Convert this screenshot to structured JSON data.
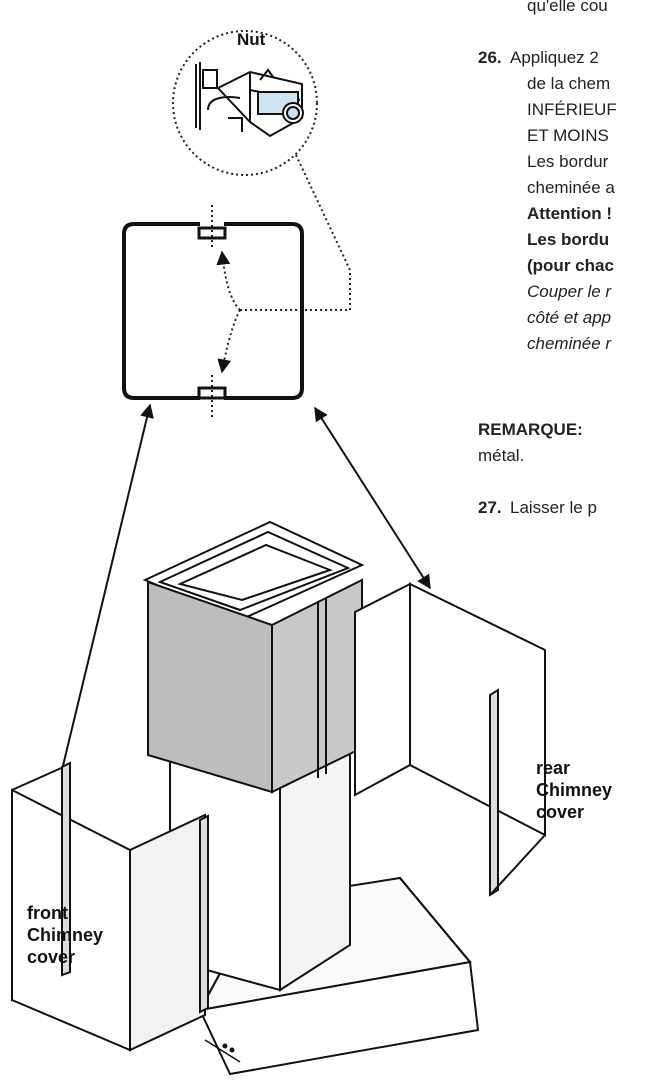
{
  "text": {
    "top_fragment": "qu'elle cou",
    "step26": {
      "number": "26.",
      "lines": [
        "Appliquez 2",
        "de la chem",
        "INFÉRIEUF",
        "ET MOINS",
        "Les bordur",
        "cheminée a",
        "Attention !",
        "Les bordu",
        "(pour chac",
        "Couper le r",
        "côté et app",
        "cheminée r"
      ]
    },
    "remarque": {
      "label": "REMARQUE:",
      "cont": "métal."
    },
    "step27": {
      "number": "27.",
      "text": "Laisser le p"
    }
  },
  "diagram": {
    "nut_label": "Nut",
    "rear_label": [
      "rear",
      "Chimney",
      "cover"
    ],
    "front_label": [
      "front",
      "Chimney",
      "cover"
    ]
  },
  "colors": {
    "ink": "#222222",
    "stroke": "#111111",
    "accent_blue": "#cfe3f0",
    "panel_gray": "#bdbdbd"
  }
}
